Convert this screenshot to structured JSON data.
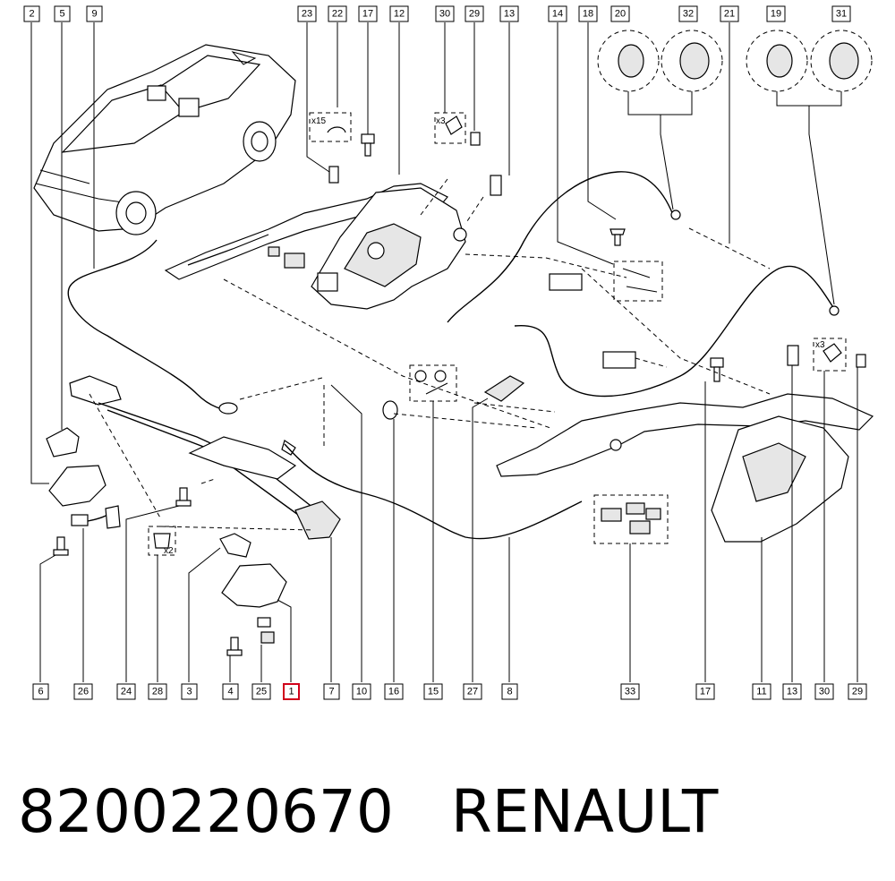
{
  "diagram": {
    "top_labels": [
      "2",
      "5",
      "9",
      "23",
      "22",
      "17",
      "12",
      "30",
      "29",
      "13",
      "14",
      "18",
      "20",
      "32",
      "21",
      "19",
      "31"
    ],
    "bottom_labels": [
      "6",
      "26",
      "24",
      "28",
      "3",
      "4",
      "25",
      "1",
      "7",
      "10",
      "16",
      "15",
      "27",
      "8",
      "33",
      "17",
      "11",
      "13",
      "30",
      "29"
    ],
    "highlighted_label": "1",
    "quantities": {
      "screws_x15": "x15",
      "clips_x3_top": "x3",
      "clips_x3_right": "x3",
      "bumpers_x2": "x2"
    }
  },
  "footer": {
    "part_number": "8200220670",
    "brand": "RENAULT"
  },
  "colors": {
    "highlight": "#d0021b",
    "line": "#000000",
    "background": "#ffffff"
  }
}
